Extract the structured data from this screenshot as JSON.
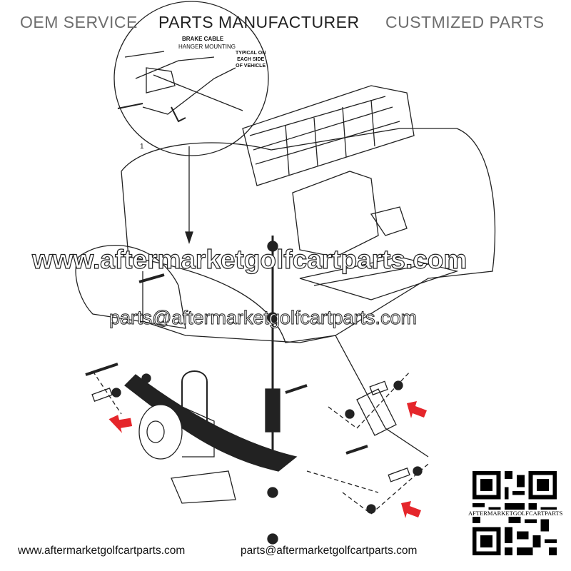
{
  "header": {
    "oem_service": "OEM SERVICE",
    "parts_manufacturer": "PARTS MANUFACTURER",
    "customized_parts": "CUSTMIZED PARTS"
  },
  "diagram": {
    "callout_title_1": "BRAKE CABLE",
    "callout_title_2": "HANGER MOUNTING",
    "callout_note": "TYPICAL ON\nEACH SIDE\nOF VEHICLE",
    "ref_number": "1",
    "arrow_color": "#e5262b"
  },
  "watermarks": {
    "website": "www.aftermarketgolfcartparts.com",
    "email": "parts@aftermarketgolfcartparts.com"
  },
  "qr": {
    "label": "AFTERMARKETGOLFCARTPARTS"
  },
  "footer": {
    "website": "www.aftermarketgolfcartparts.com",
    "email": "parts@aftermarketgolfcartparts.com"
  }
}
